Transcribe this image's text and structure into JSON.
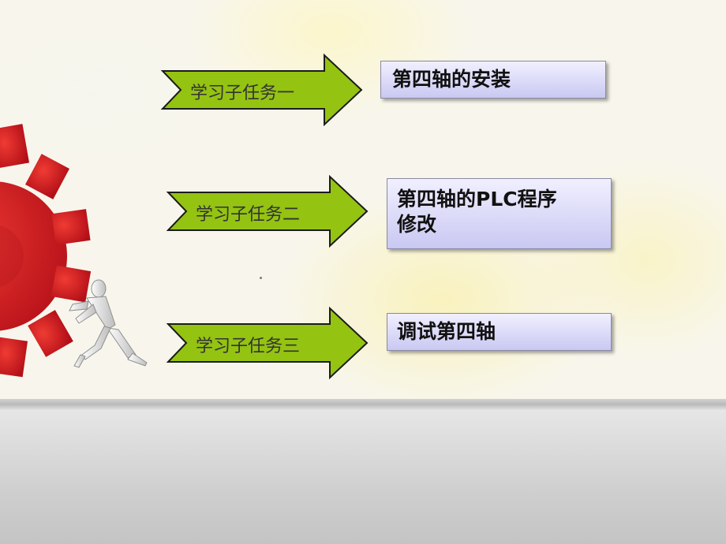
{
  "tasks": [
    {
      "arrow_label": "学习子任务一",
      "box_lines": [
        "第四轴的安装"
      ]
    },
    {
      "arrow_label": "学习子任务二",
      "box_lines": [
        "第四轴的PLC程序",
        "修改"
      ]
    },
    {
      "arrow_label": "学习子任务三",
      "box_lines": [
        "调试第四轴"
      ]
    }
  ],
  "colors": {
    "arrow_fill": "#94c312",
    "gear_red": "#dd1e26",
    "box_gradient_top": "#f1f0ff",
    "box_gradient_bottom": "#c9c8f2"
  }
}
